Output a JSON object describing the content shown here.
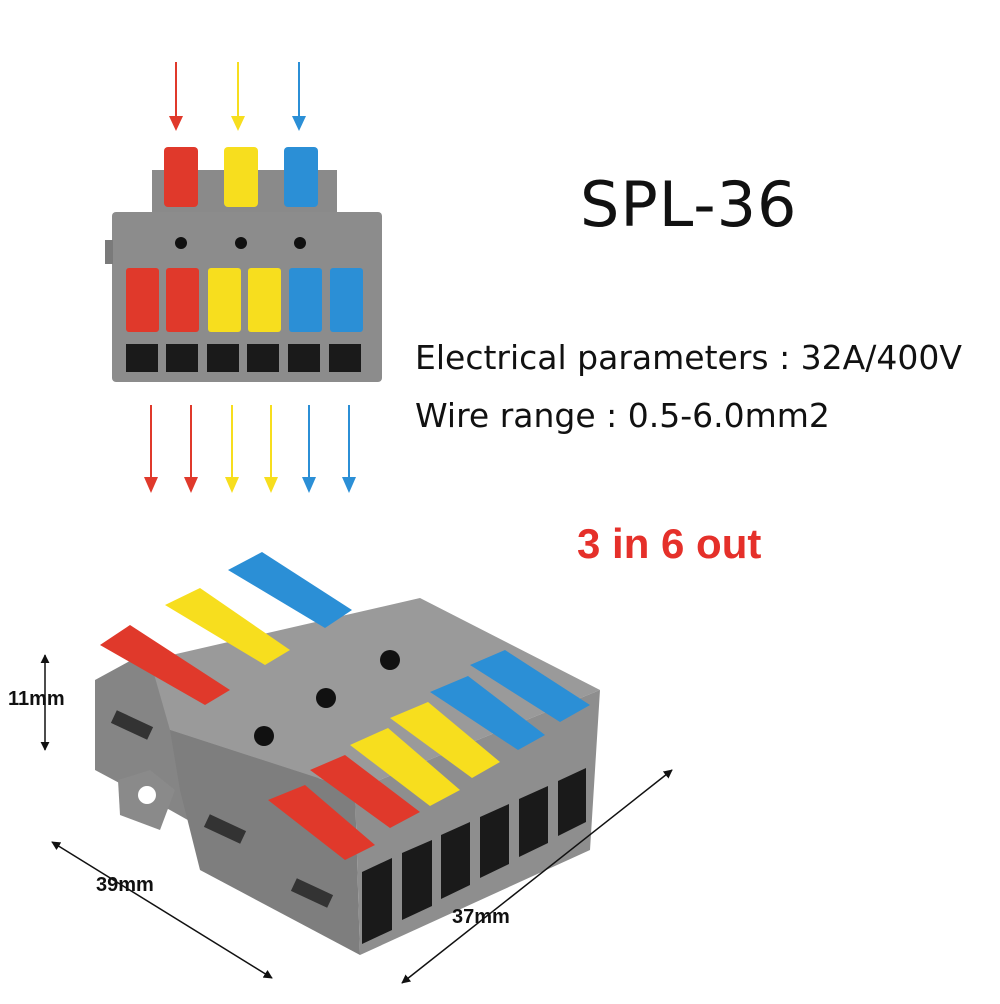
{
  "product": {
    "model": "SPL-36",
    "electrical_parameters": "Electrical parameters : 32A/400V",
    "wire_range": "Wire range : 0.5-6.0mm2",
    "configuration": "3 in 6 out"
  },
  "dimensions": {
    "height": "11mm",
    "width": "39mm",
    "length": "37mm"
  },
  "colors": {
    "red": "#e0392b",
    "yellow": "#f7de1e",
    "blue": "#2b8fd6",
    "housing": "#8c8c8c",
    "housing_dark": "#6e6e6e",
    "label_red": "#e5302a"
  },
  "flow": {
    "inputs": [
      "red",
      "yellow",
      "blue"
    ],
    "outputs": [
      "red",
      "red",
      "yellow",
      "yellow",
      "blue",
      "blue"
    ]
  }
}
